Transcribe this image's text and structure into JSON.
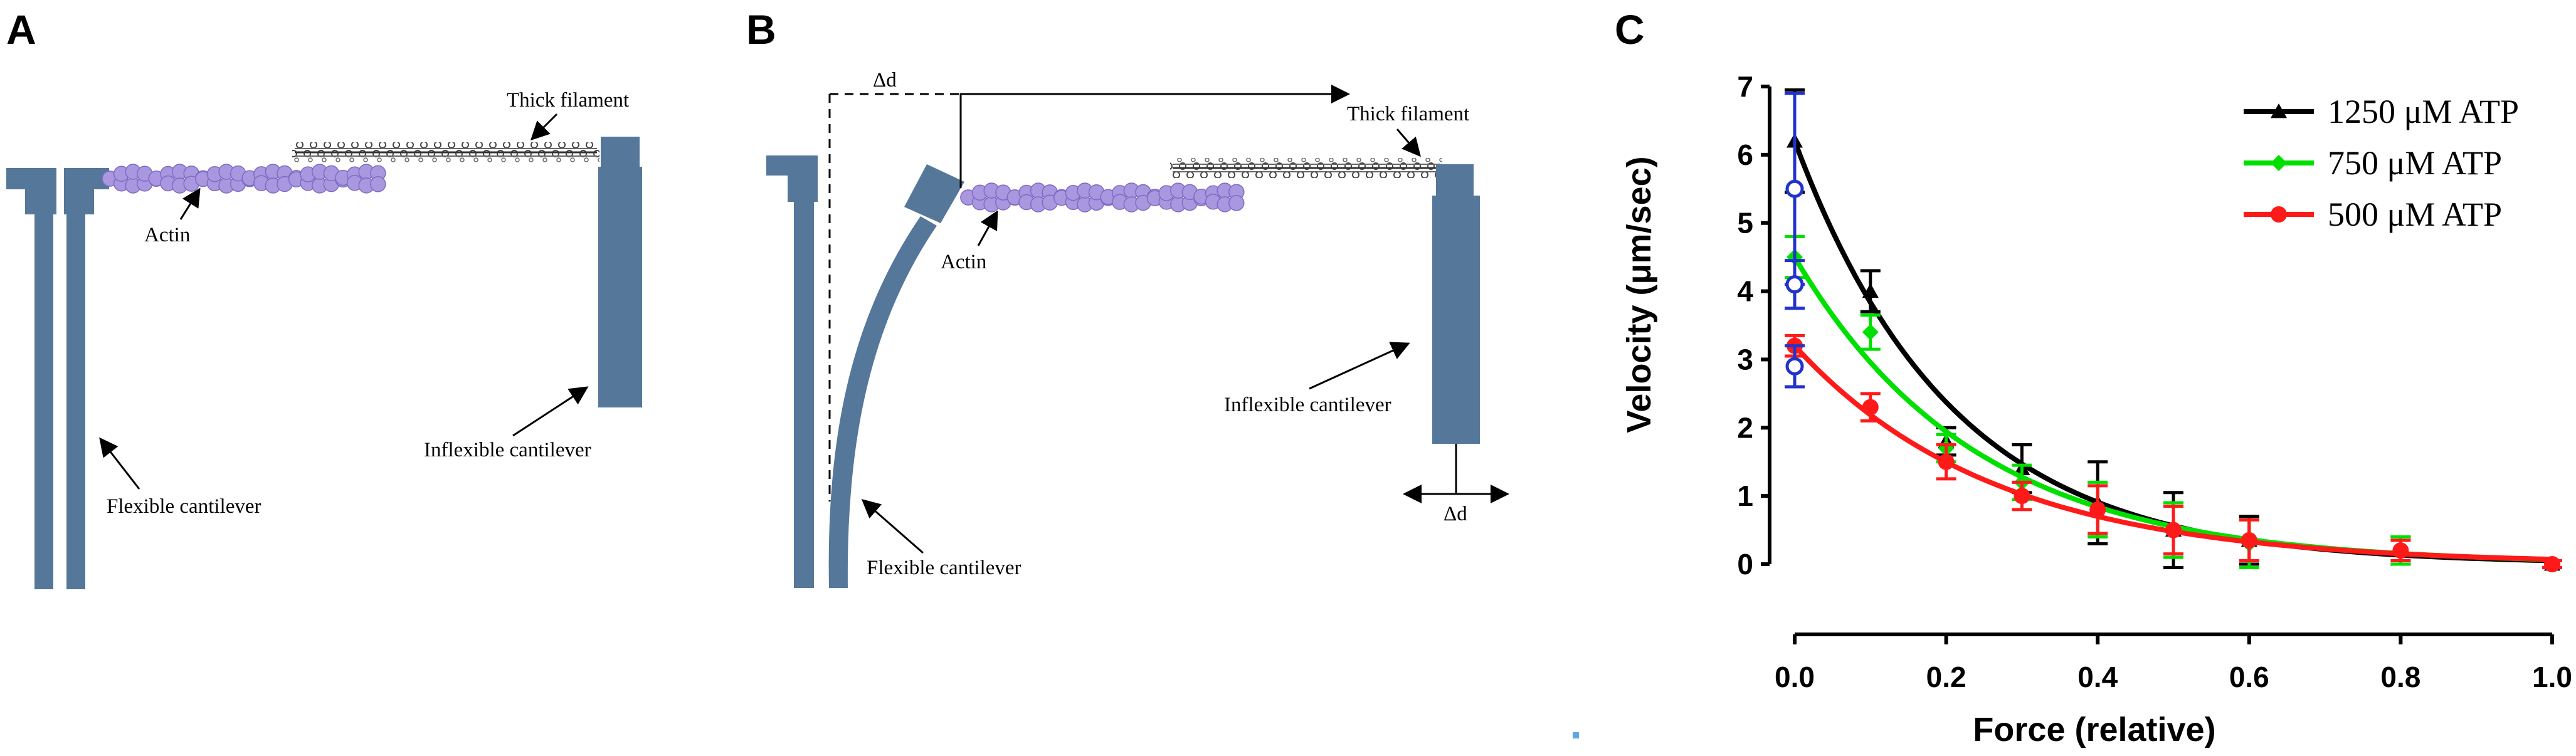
{
  "panels": {
    "a": {
      "letter": "A",
      "labels": {
        "thick": "Thick filament",
        "actin": "Actin",
        "inflexible": "Inflexible cantilever",
        "flexible": "Flexible cantilever"
      }
    },
    "b": {
      "letter": "B",
      "labels": {
        "delta_top": "Δd",
        "thick": "Thick filament",
        "actin": "Actin",
        "inflexible": "Inflexible cantilever",
        "flexible": "Flexible cantilever",
        "delta_bottom": "Δd"
      }
    },
    "c": {
      "letter": "C"
    }
  },
  "colors": {
    "cantilever": "#55779A",
    "actin": "#A997E0",
    "actin_stroke": "#7E6BC4",
    "series_black": "#000000",
    "series_green": "#00E000",
    "series_red": "#FF1A1A",
    "blue_points": "#2233CC"
  },
  "chart_data": {
    "type": "line",
    "xlabel": "Force (relative)",
    "ylabel": "Velocity (μm/sec)",
    "xlim": [
      0,
      1
    ],
    "ylim": [
      0,
      7
    ],
    "x_ticks": [
      "0.0",
      "0.2",
      "0.4",
      "0.6",
      "0.8",
      "1.0"
    ],
    "y_ticks": [
      "0",
      "1",
      "2",
      "3",
      "4",
      "5",
      "6",
      "7"
    ],
    "grid": false,
    "legend": "top-right",
    "series": [
      {
        "name": "1250 μM ATP",
        "color": "#000000",
        "marker": "triangle",
        "x": [
          0,
          0.1,
          0.2,
          0.3,
          0.4,
          0.5,
          0.6,
          0.8,
          1.0
        ],
        "y": [
          6.2,
          4.0,
          1.8,
          1.4,
          0.9,
          0.5,
          0.35,
          0.2,
          0.0
        ],
        "err": [
          0.75,
          0.3,
          0.2,
          0.35,
          0.6,
          0.55,
          0.35,
          0.2,
          0.05
        ],
        "fit_v0": 6.2,
        "fit_k": 4.8
      },
      {
        "name": "750 μM ATP",
        "color": "#00E000",
        "marker": "diamond",
        "x": [
          0,
          0.1,
          0.2,
          0.3,
          0.4,
          0.5,
          0.6,
          0.8,
          1.0
        ],
        "y": [
          4.5,
          3.4,
          1.7,
          1.2,
          0.8,
          0.5,
          0.3,
          0.2,
          0.0
        ],
        "err": [
          0.3,
          0.25,
          0.2,
          0.25,
          0.4,
          0.4,
          0.35,
          0.2,
          0.05
        ],
        "fit_v0": 4.5,
        "fit_k": 4.2
      },
      {
        "name": "500 μM ATP",
        "color": "#FF1A1A",
        "marker": "circle",
        "x": [
          0,
          0.1,
          0.2,
          0.3,
          0.4,
          0.5,
          0.6,
          0.8,
          1.0
        ],
        "y": [
          3.2,
          2.3,
          1.5,
          1.0,
          0.8,
          0.5,
          0.35,
          0.2,
          0.0
        ],
        "err": [
          0.15,
          0.2,
          0.25,
          0.2,
          0.35,
          0.35,
          0.3,
          0.15,
          0.05
        ],
        "fit_v0": 3.2,
        "fit_k": 3.8
      },
      {
        "name": "",
        "color": "#2233CC",
        "marker": "open",
        "x": [
          0,
          0,
          0
        ],
        "y": [
          5.5,
          4.1,
          2.9
        ],
        "err": [
          1.4,
          0.35,
          0.3
        ]
      }
    ]
  }
}
